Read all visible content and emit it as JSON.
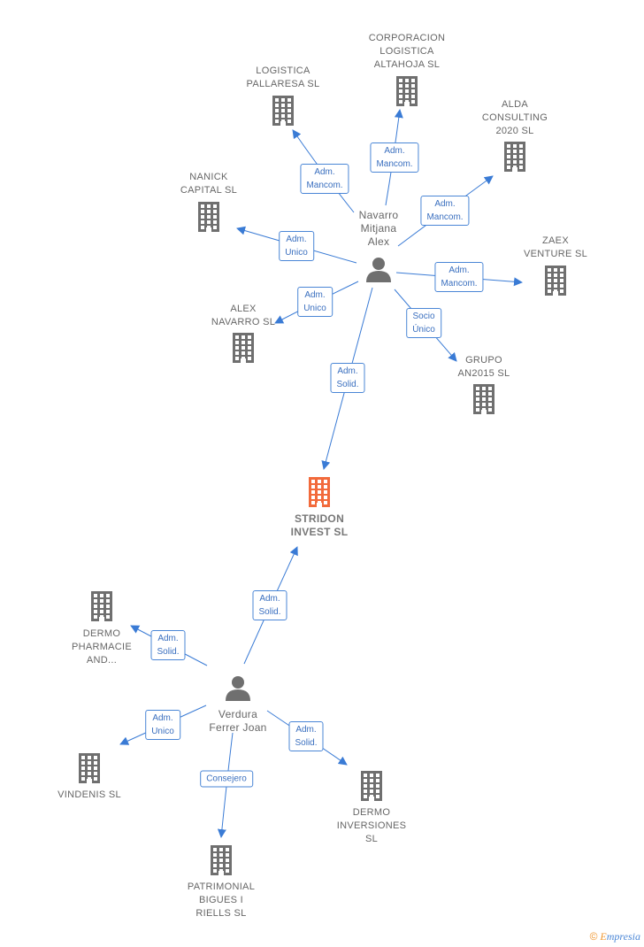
{
  "companies": [
    {
      "id": "corporacion",
      "label": "CORPORACION\nLOGISTICA\nALTAHOJA SL"
    },
    {
      "id": "logistica",
      "label": "LOGISTICA\nPALLARESA SL"
    },
    {
      "id": "alda",
      "label": "ALDA\nCONSULTING\n2020 SL"
    },
    {
      "id": "nanick",
      "label": "NANICK\nCAPITAL SL"
    },
    {
      "id": "zaex",
      "label": "ZAEX\nVENTURE SL"
    },
    {
      "id": "alex",
      "label": "ALEX\nNAVARRO SL"
    },
    {
      "id": "grupo",
      "label": "GRUPO\nAN2015 SL"
    },
    {
      "id": "stridon",
      "label": "STRIDON\nINVEST SL",
      "main": true
    },
    {
      "id": "dermo_ph",
      "label": "DERMO\nPHARMACIE\nAND..."
    },
    {
      "id": "vindenis",
      "label": "VINDENIS SL"
    },
    {
      "id": "dermo_inv",
      "label": "DERMO\nINVERSIONES\nSL"
    },
    {
      "id": "patrimonial",
      "label": "PATRIMONIAL\nBIGUES I\nRIELLS SL"
    }
  ],
  "persons": [
    {
      "id": "navarro",
      "label": "Navarro\nMitjana\nAlex"
    },
    {
      "id": "verdura",
      "label": "Verdura\nFerrer Joan"
    }
  ],
  "edges": [
    {
      "from": "navarro",
      "to": "corporacion",
      "label": "Adm.\nMancom."
    },
    {
      "from": "navarro",
      "to": "logistica",
      "label": "Adm.\nMancom."
    },
    {
      "from": "navarro",
      "to": "alda",
      "label": "Adm.\nMancom."
    },
    {
      "from": "navarro",
      "to": "nanick",
      "label": "Adm.\nUnico"
    },
    {
      "from": "navarro",
      "to": "zaex",
      "label": "Adm.\nMancom."
    },
    {
      "from": "navarro",
      "to": "alex",
      "label": "Adm.\nUnico"
    },
    {
      "from": "navarro",
      "to": "grupo",
      "label": "Socio\nÚnico"
    },
    {
      "from": "navarro",
      "to": "stridon",
      "label": "Adm.\nSolid."
    },
    {
      "from": "verdura",
      "to": "stridon",
      "label": "Adm.\nSolid."
    },
    {
      "from": "verdura",
      "to": "dermo_ph",
      "label": "Adm.\nSolid."
    },
    {
      "from": "verdura",
      "to": "vindenis",
      "label": "Adm.\nUnico"
    },
    {
      "from": "verdura",
      "to": "dermo_inv",
      "label": "Adm.\nSolid."
    },
    {
      "from": "verdura",
      "to": "patrimonial",
      "label": "Consejero"
    }
  ],
  "colors": {
    "edge": "#3a7bd5",
    "building": "#6f6f6f",
    "main_building": "#f26a3b",
    "person": "#6f6f6f"
  },
  "brand": {
    "symbol": "©",
    "text": "mpresia",
    "initial": "E"
  }
}
